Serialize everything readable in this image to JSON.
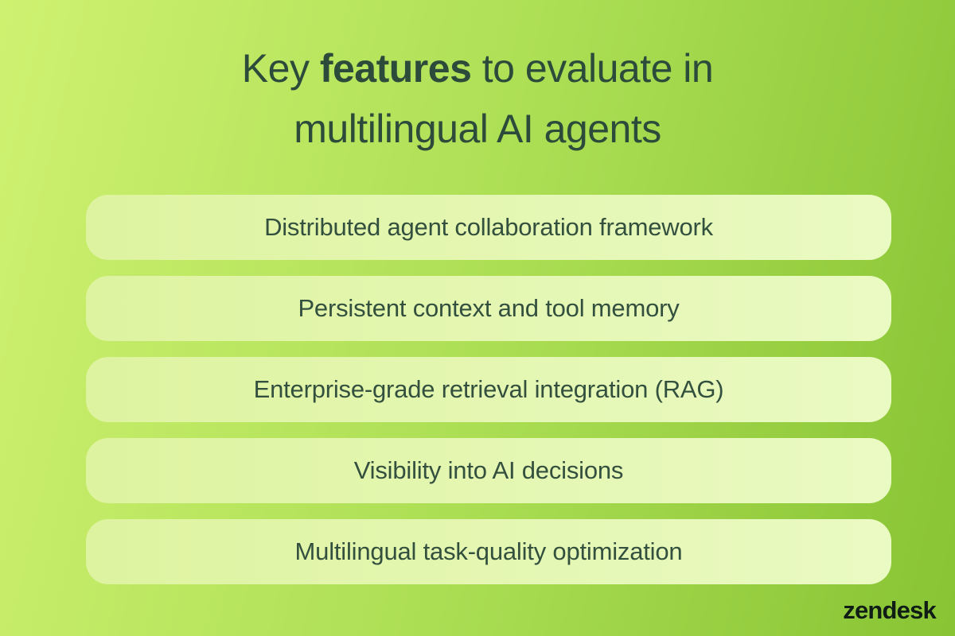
{
  "title": {
    "line1_pre": "Key ",
    "line1_bold": "features",
    "line1_post": " to evaluate in",
    "line2": "multilingual AI agents"
  },
  "features": [
    {
      "label": "Distributed agent collaboration framework"
    },
    {
      "label": "Persistent context and tool memory"
    },
    {
      "label": "Enterprise-grade retrieval integration (RAG)"
    },
    {
      "label": "Visibility into AI decisions"
    },
    {
      "label": "Multilingual task-quality optimization"
    }
  ],
  "branding": {
    "logo_text": "zendesk"
  },
  "colors": {
    "background_gradient_from": "#cff171",
    "background_gradient_mid": "#addf55",
    "background_gradient_to": "#88c434",
    "pill_background_from": "#def3a0",
    "pill_background_to": "#eafac3",
    "title_text": "#2d4b3a",
    "pill_text": "#33503f",
    "logo_text": "#0f1d15"
  }
}
